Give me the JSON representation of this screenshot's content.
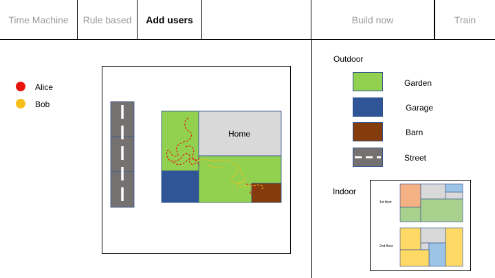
{
  "tabs": [
    {
      "label": "Time Machine",
      "active": false
    },
    {
      "label": "Rule based",
      "active": false
    },
    {
      "label": "Add users",
      "active": true
    },
    {
      "label": "",
      "active": false
    },
    {
      "label": "Build now",
      "active": false
    },
    {
      "label": "Train",
      "active": false
    }
  ],
  "users": [
    {
      "name": "Alice",
      "color": "#e8140c"
    },
    {
      "name": "Bob",
      "color": "#f5bf18"
    }
  ],
  "map": {
    "home_label": "Home"
  },
  "legend": {
    "outdoor_title": "Outdoor",
    "items": [
      {
        "label": "Garden",
        "color": "#92d050",
        "icon": "garden-swatch"
      },
      {
        "label": "Garage",
        "color": "#2f5597",
        "icon": "garage-swatch"
      },
      {
        "label": "Barn",
        "color": "#843c0c",
        "icon": "barn-swatch"
      },
      {
        "label": "Street",
        "color": "#767171",
        "icon": "street-swatch"
      }
    ],
    "indoor_title": "Indoor",
    "floors": [
      {
        "label": "1st floor"
      },
      {
        "label": "2nd floor"
      }
    ]
  }
}
